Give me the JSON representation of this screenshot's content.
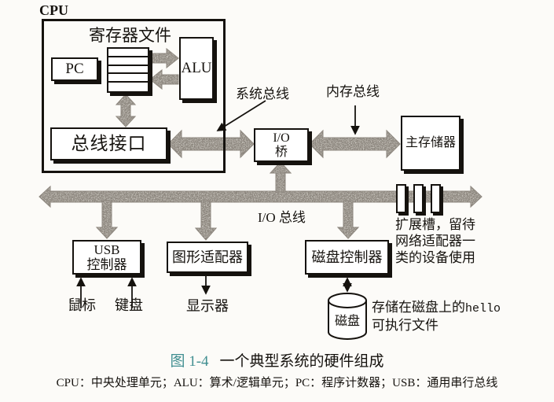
{
  "diagram": {
    "cpu_label": "CPU",
    "register_file_label": "寄存器文件",
    "pc_label": "PC",
    "alu_label": "ALU",
    "bus_interface_label": "总线接口",
    "system_bus_label": "系统总线",
    "memory_bus_label": "内存总线",
    "io_bridge_line1": "I/O",
    "io_bridge_line2": "桥",
    "main_memory_label": "主存储器",
    "io_bus_label": "I/O 总线",
    "usb_controller_line1": "USB",
    "usb_controller_line2": "控制器",
    "graphics_adapter_label": "图形适配器",
    "disk_controller_label": "磁盘控制器",
    "mouse_label": "鼠标",
    "keyboard_label": "键盘",
    "display_label": "显示器",
    "disk_label": "磁盘",
    "expansion_note_line1": "扩展槽，留待",
    "expansion_note_line2": "网络适配器一",
    "expansion_note_line3": "类的设备使用",
    "disk_note_prefix": "存储在磁盘上的",
    "disk_note_code": "hello",
    "disk_note_line2": "可执行文件"
  },
  "caption": {
    "figure_number": "图 1-4",
    "title": "一个典型系统的硬件组成"
  },
  "footnote": "CPU：中央处理单元；ALU：算术/逻辑单元；PC：程序计数器；USB：通用串行总线",
  "colors": {
    "caption_accent": "#418f91",
    "arrow_fill": "#d7d3cc",
    "ink": "#15120e"
  }
}
